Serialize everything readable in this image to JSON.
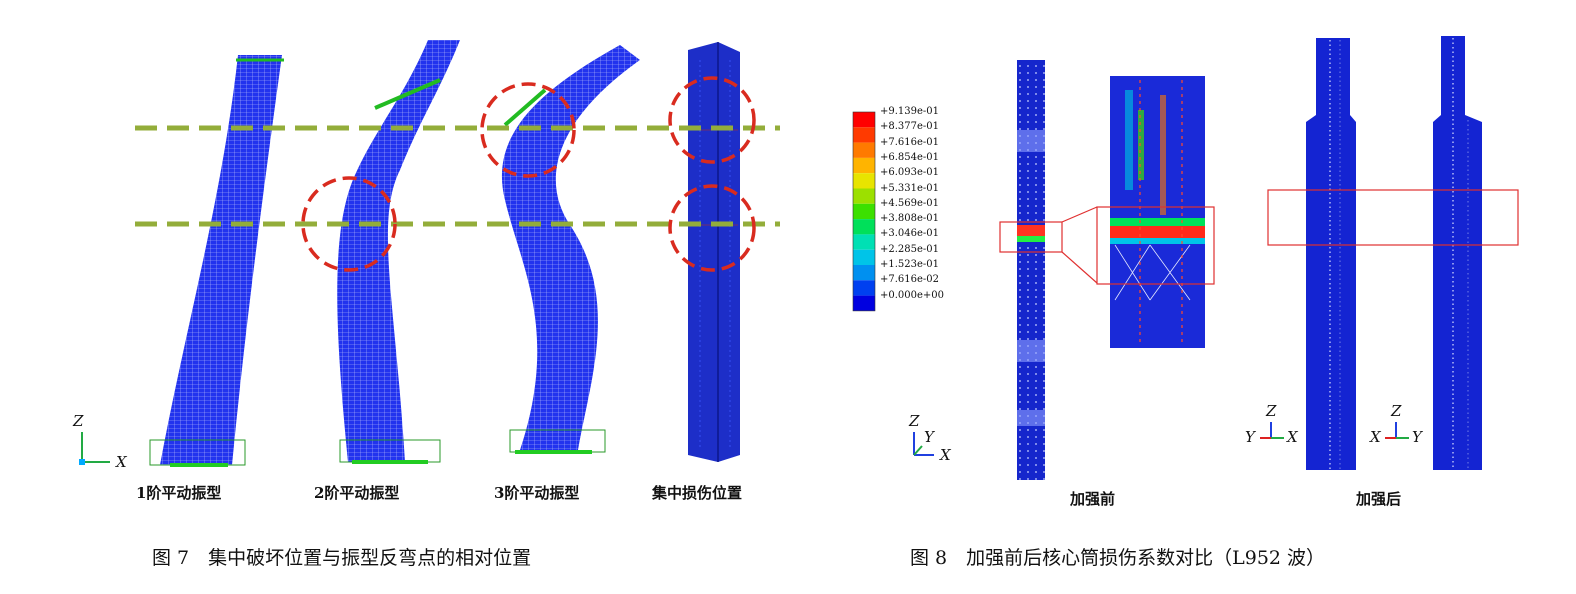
{
  "figure7": {
    "caption": "图 7　集中破坏位置与振型反弯点的相对位置",
    "panels": [
      {
        "label": "1阶平动振型"
      },
      {
        "label": "2阶平动振型"
      },
      {
        "label": "3阶平动振型"
      },
      {
        "label": "集中损伤位置"
      }
    ],
    "axes": {
      "z": "Z",
      "x": "X"
    }
  },
  "figure8": {
    "caption": "图 8　加强前后核心筒损伤系数对比（L952 波）",
    "panels": [
      {
        "label": "加强前"
      },
      {
        "label": "加强后"
      }
    ],
    "legend": [
      {
        "value": "+9.139e-01",
        "color": "#ff0000"
      },
      {
        "value": "+8.377e-01",
        "color": "#ff3a00"
      },
      {
        "value": "+7.616e-01",
        "color": "#ff7a00"
      },
      {
        "value": "+6.854e-01",
        "color": "#ffb400"
      },
      {
        "value": "+6.093e-01",
        "color": "#e8e400"
      },
      {
        "value": "+5.331e-01",
        "color": "#9ce000"
      },
      {
        "value": "+4.569e-01",
        "color": "#3ce000"
      },
      {
        "value": "+3.808e-01",
        "color": "#00e05a"
      },
      {
        "value": "+3.046e-01",
        "color": "#00e0b4"
      },
      {
        "value": "+2.285e-01",
        "color": "#00c4e8"
      },
      {
        "value": "+1.523e-01",
        "color": "#0090f0"
      },
      {
        "value": "+7.616e-02",
        "color": "#0040f0"
      },
      {
        "value": "+0.000e+00",
        "color": "#0000e0"
      }
    ],
    "axes": {
      "z": "Z",
      "y": "Y",
      "x": "X"
    }
  }
}
